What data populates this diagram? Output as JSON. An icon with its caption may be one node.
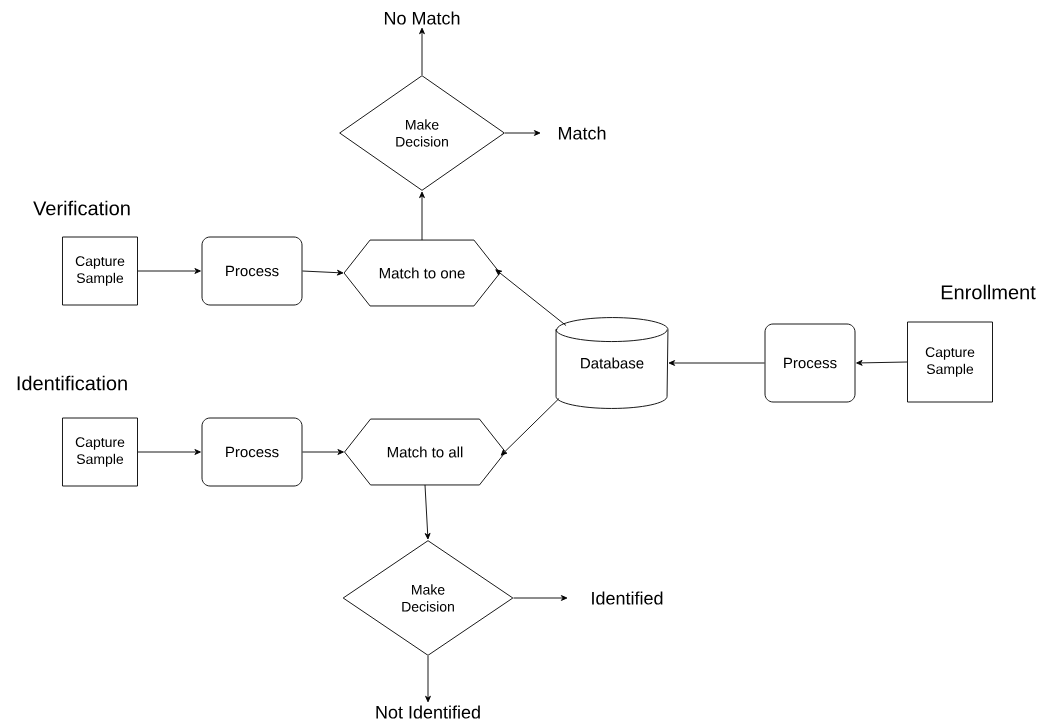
{
  "diagram": {
    "nodes": [
      {
        "text": [
          "Capture Sample"
        ]
      },
      {
        "text": [
          "Process"
        ]
      },
      {
        "text": [
          "Match to one"
        ]
      },
      {
        "text": [
          "Make Decision"
        ]
      },
      {
        "text": [
          "No Match"
        ]
      },
      {
        "text": [
          "Match"
        ]
      },
      {
        "text": [
          "Database"
        ]
      },
      {
        "text": [
          "Process"
        ]
      },
      {
        "text": [
          "Capture Sample"
        ]
      },
      {
        "text": [
          "Capture Sample"
        ]
      },
      {
        "text": [
          "Process"
        ]
      },
      {
        "text": [
          "Match to all"
        ]
      },
      {
        "text": [
          "Make Decision"
        ]
      },
      {
        "text": [
          "Identified"
        ]
      },
      {
        "text": [
          "Not Identified"
        ]
      }
    ],
    "edges": [
      {
        "from": 0,
        "to": 1,
        "arrow": "to"
      },
      {
        "from": 1,
        "to": 2,
        "arrow": "to"
      },
      {
        "from": 2,
        "to": 3,
        "arrow": "to"
      },
      {
        "from": 3,
        "to": 4,
        "arrow": "to"
      },
      {
        "from": 3,
        "to": 5,
        "arrow": "to"
      },
      {
        "from": 6,
        "to": 2,
        "arrow": "to"
      },
      {
        "from": 6,
        "to": 11,
        "arrow": "to"
      },
      {
        "from": 8,
        "to": 7,
        "arrow": "to"
      },
      {
        "from": 7,
        "to": 6,
        "arrow": "to"
      },
      {
        "from": 9,
        "to": 10,
        "arrow": "to"
      },
      {
        "from": 10,
        "to": 11,
        "arrow": "to"
      },
      {
        "from": 11,
        "to": 12,
        "arrow": "to"
      },
      {
        "from": 12,
        "to": 13,
        "arrow": "to"
      },
      {
        "from": 12,
        "to": 14,
        "arrow": "to"
      }
    ],
    "labels": [
      "Verification",
      "Enrollment",
      "Identification"
    ]
  }
}
